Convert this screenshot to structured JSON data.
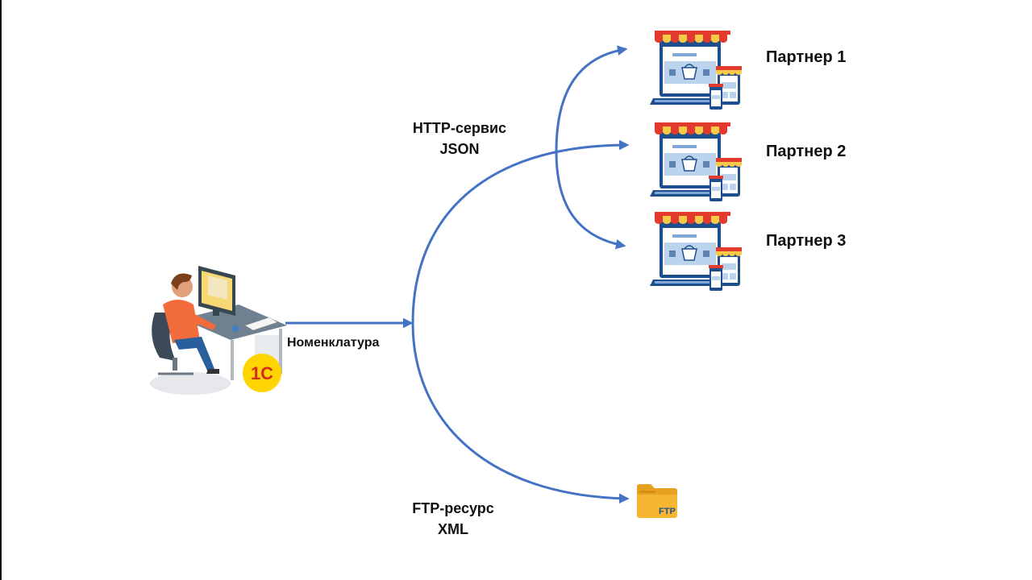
{
  "diagram": {
    "source": {
      "name": "1C operator workstation",
      "icon": "user-at-computer-icon",
      "logo_text": "1С"
    },
    "edges": [
      {
        "label": "Номенклатура",
        "from": "source",
        "to": "hub"
      },
      {
        "label_lines": [
          "HTTP-сервис",
          "JSON"
        ],
        "from": "hub",
        "to": "partners"
      },
      {
        "label_lines": [
          "FTP-ресурс",
          "XML"
        ],
        "from": "hub",
        "to": "ftp"
      }
    ],
    "labels": {
      "nomenclature": "Номенклатура",
      "http_line1": "HTTP-сервис",
      "http_line2": "JSON",
      "ftp_line1": "FTP-ресурс",
      "ftp_line2": "XML"
    },
    "partners": [
      {
        "label": "Партнер 1",
        "icon": "online-shop-icon"
      },
      {
        "label": "Партнер 2",
        "icon": "online-shop-icon"
      },
      {
        "label": "Партнер 3",
        "icon": "online-shop-icon"
      }
    ],
    "ftp_target": {
      "icon": "ftp-folder-icon",
      "text": "FTP"
    },
    "colors": {
      "arrow": "#4472c4",
      "folder": "#f5b731",
      "logo_bg": "#ffd400",
      "logo_fg": "#d52b1e",
      "awning_red": "#e23b2e",
      "awning_yellow": "#f7c948",
      "shop_blue": "#1f4e8c"
    }
  }
}
